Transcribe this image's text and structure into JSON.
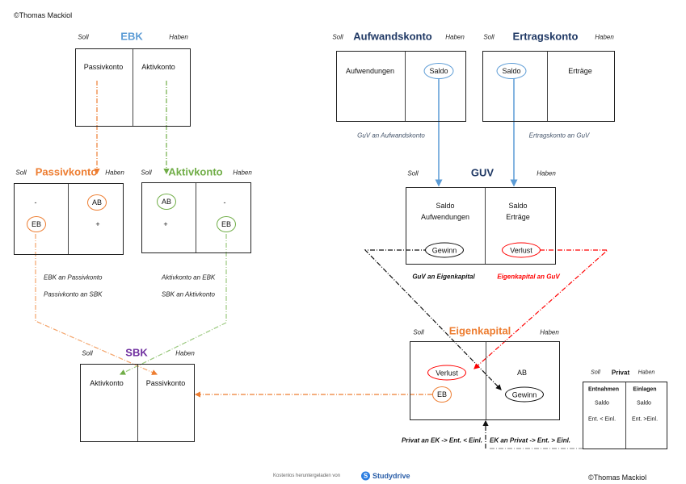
{
  "copyright_top": "©Thomas Mackiol",
  "copyright_bottom": "©Thomas Mackiol",
  "footer": {
    "text": "Kostenlos heruntergeladen von",
    "brand": "Studydrive",
    "logo_letter": "S"
  },
  "side_labels": {
    "soll": "Soll",
    "haben": "Haben"
  },
  "ebk": {
    "title": "EBK",
    "left": "Passivkonto",
    "right": "Aktivkonto"
  },
  "passivkonto": {
    "title": "Passivkonto",
    "minus": "-",
    "plus": "+",
    "ab": "AB",
    "eb": "EB"
  },
  "aktivkonto": {
    "title": "Aktivkonto",
    "minus": "-",
    "plus": "+",
    "ab": "AB",
    "eb": "EB"
  },
  "bookings_left": {
    "ebk_passiv": "EBK an Passivkonto",
    "passiv_sbk": "Passivkonto an SBK",
    "aktiv_ebk": "Aktivkonto an EBK",
    "sbk_aktiv": "SBK an Aktivkonto"
  },
  "sbk": {
    "title": "SBK",
    "left": "Aktivkonto",
    "right": "Passivkonto"
  },
  "aufwandskonto": {
    "title": "Aufwandskonto",
    "left": "Aufwendungen",
    "saldo": "Saldo",
    "booking": "GuV an Aufwandskonto"
  },
  "ertragskonto": {
    "title": "Ertragskonto",
    "saldo": "Saldo",
    "right": "Erträge",
    "booking": "Ertragskonto an GuV"
  },
  "guv": {
    "title": "GUV",
    "left_l1": "Saldo",
    "left_l2": "Aufwendungen",
    "right_l1": "Saldo",
    "right_l2": "Erträge",
    "gewinn": "Gewinn",
    "verlust": "Verlust",
    "booking_gewinn": "GuV an Eigenkapital",
    "booking_verlust": "Eigenkapital an GuV"
  },
  "eigenkapital": {
    "title": "Eigenkapital",
    "verlust": "Verlust",
    "eb": "EB",
    "ab": "AB",
    "gewinn": "Gewinn",
    "booking_left": "Privat an EK ->  Ent. < Einl.",
    "booking_right": "EK an Privat -> Ent. > Einl."
  },
  "privat": {
    "title": "Privat",
    "left_head": "Entnahmen",
    "right_head": "Einlagen",
    "left_saldo": "Saldo",
    "right_saldo": "Saldo",
    "left_cond": "Ent. < Einl.",
    "right_cond": "Ent. >Einl."
  },
  "colors": {
    "orange": "#ed7d31",
    "green": "#70ad47",
    "blue": "#5b9bd5",
    "navy": "#1f3864",
    "purple": "#7030a0",
    "red": "#ff0000"
  }
}
